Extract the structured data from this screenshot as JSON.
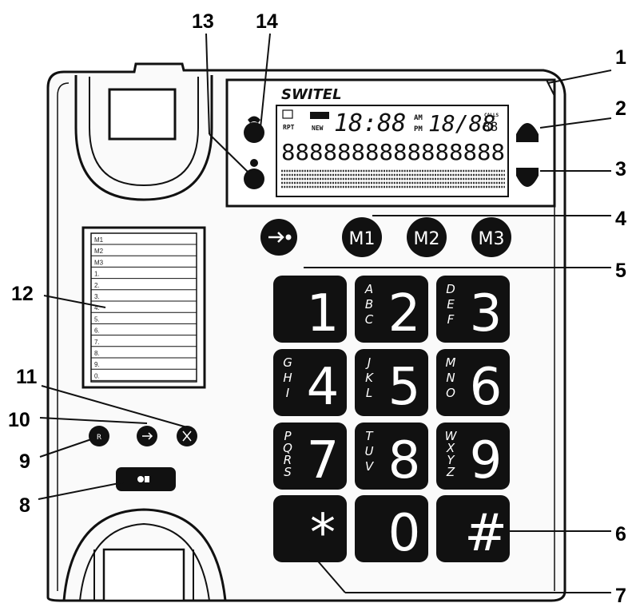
{
  "brand": "SWITEL",
  "lcd": {
    "icons": [
      "RPT",
      "NEW"
    ],
    "time": "18:88",
    "am": "AM",
    "pm": "PM",
    "date": "18/88",
    "calls_label": "CALLS",
    "calls_count": "88",
    "digits_row": "8888888888888888"
  },
  "memory_buttons": [
    "M1",
    "M2",
    "M3"
  ],
  "memory_card_lines": [
    "M1",
    "M2",
    "M3",
    "1.",
    "2.",
    "3.",
    "4.",
    "5.",
    "6.",
    "7.",
    "8.",
    "9.",
    "0."
  ],
  "keypad": [
    {
      "digit": "1",
      "letters": ""
    },
    {
      "digit": "2",
      "letters": "ABC"
    },
    {
      "digit": "3",
      "letters": "DEF"
    },
    {
      "digit": "4",
      "letters": "GHI"
    },
    {
      "digit": "5",
      "letters": "JKL"
    },
    {
      "digit": "6",
      "letters": "MNO"
    },
    {
      "digit": "7",
      "letters": "PQRS"
    },
    {
      "digit": "8",
      "letters": "TUV"
    },
    {
      "digit": "9",
      "letters": "WXYZ"
    },
    {
      "digit": "*",
      "letters": ""
    },
    {
      "digit": "0",
      "letters": ""
    },
    {
      "digit": "#",
      "letters": ""
    }
  ],
  "small_buttons": [
    "R"
  ],
  "callouts": [
    "1",
    "2",
    "3",
    "4",
    "5",
    "6",
    "7",
    "8",
    "9",
    "10",
    "11",
    "12",
    "13",
    "14"
  ]
}
